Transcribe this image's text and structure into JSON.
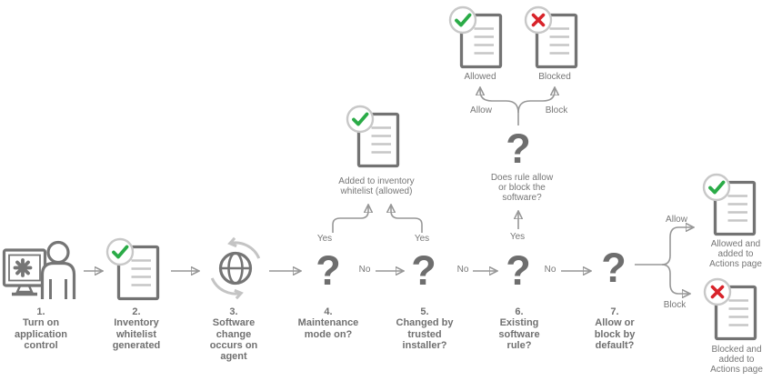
{
  "steps": [
    {
      "num": "1.",
      "text": "Turn on\napplication\ncontrol"
    },
    {
      "num": "2.",
      "text": "Inventory\nwhitelist\ngenerated"
    },
    {
      "num": "3.",
      "text": "Software\nchange\noccurs on\nagent"
    },
    {
      "num": "4.",
      "text": "Maintenance\nmode on?"
    },
    {
      "num": "5.",
      "text": "Changed by\ntrusted\ninstaller?"
    },
    {
      "num": "6.",
      "text": "Existing\nsoftware\nrule?"
    },
    {
      "num": "7.",
      "text": "Allow or\nblock by\ndefault?"
    }
  ],
  "decisions": {
    "qmark": "?",
    "rule_question": "Does rule allow\nor block the\nsoftware?"
  },
  "outcomes": {
    "whitelist": "Added to inventory\nwhitelist (allowed)",
    "allowed": "Allowed",
    "blocked": "Blocked",
    "allowed_actions": "Allowed and\nadded to\nActions page",
    "blocked_actions": "Blocked and\nadded to\nActions page"
  },
  "edge_labels": {
    "yes": "Yes",
    "no": "No",
    "allow": "Allow",
    "block": "Block"
  },
  "colors": {
    "check_green": "#2aab47",
    "cross_red": "#d8232a",
    "icon_gray": "#757575",
    "line_gray": "#979797",
    "arrowhead_gray": "#6b6b6b",
    "light_gray": "#c6c6c6"
  }
}
